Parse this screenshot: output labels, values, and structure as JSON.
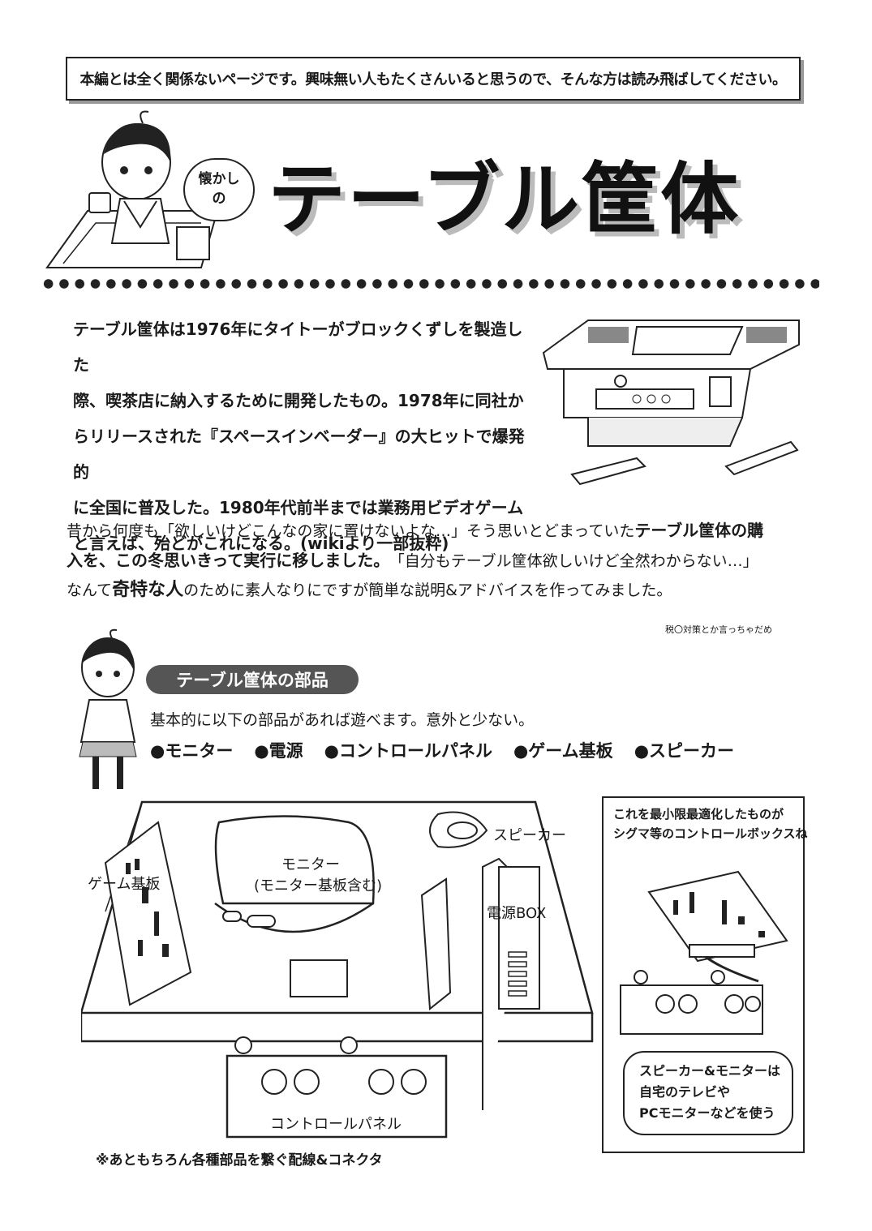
{
  "notice": "本編とは全く関係ないページです。興味無い人もたくさんいると思うので、そんな方は読み飛ばしてください。",
  "header": {
    "bubble_line1": "懐かし",
    "bubble_line2": "の",
    "title": "テーブル筐体"
  },
  "intro": {
    "lines": [
      "テーブル筐体は1976年にタイトーがブロックくずしを製造した",
      "際、喫茶店に納入するために開発したもの。1978年に同社か",
      "らリリースされた『スペースインベーダー』の大ヒットで爆発的",
      "に全国に普及した。1980年代前半までは業務用ビデオゲーム",
      "と言えば、殆どがこれになる。(wikiより一部抜粋)"
    ]
  },
  "body": {
    "line1_a": "昔から何度も「欲しいけどこんなの家に置けないよな…」そう思いとどまっていた",
    "line1_b": "テーブル筐体の購",
    "line2_a": "入を、この冬思いきって実行に移しました。",
    "line2_b": "　「自分もテーブル筐体欲しいけど全然わからない…」",
    "line3_a": "なんて",
    "line3_b": "奇特な人",
    "line3_c": "のために素人なりにですが簡単な説明&アドバイスを作ってみました。",
    "footnote": "税〇対策とか言っちゃだめ"
  },
  "parts_section": {
    "heading": "テーブル筐体の部品",
    "subtitle": "基本的に以下の部品があれば遊べます。意外と少ない。",
    "items": [
      "●モニター",
      "●電源",
      "●コントロールパネル",
      "●ゲーム基板",
      "●スピーカー"
    ]
  },
  "diagram": {
    "monitor_label_1": "モニター",
    "monitor_label_2": "(モニター基板含む)",
    "speaker_label": "スピーカー",
    "board_label": "ゲーム基板",
    "power_label": "電源BOX",
    "panel_label": "コントロールパネル",
    "note": "※あともちろん各種部品を繋ぐ配線&コネクタ"
  },
  "side_box": {
    "line1": "これを最小限最適化したものが",
    "line2": "シグマ等のコントロールボックスね",
    "speech_1": "スピーカー&モニターは",
    "speech_2": "自宅のテレビや",
    "speech_3": "PCモニターなどを使う"
  }
}
